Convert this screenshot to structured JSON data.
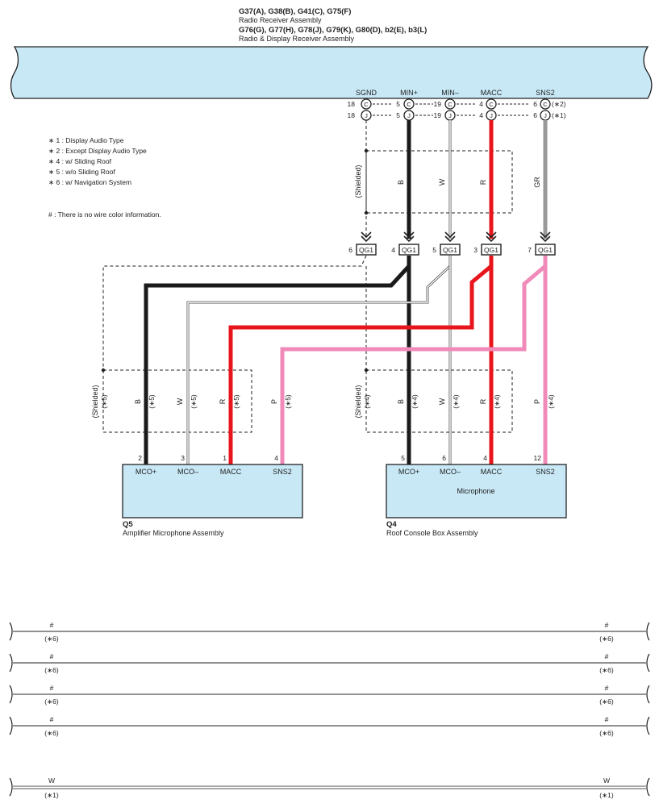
{
  "header": {
    "line1": "G37(A), G38(B), G41(C), G75(F)",
    "line2": "Radio Receiver Assembly",
    "line3": "G76(G), G77(H), G78(J), G79(K), G80(D), b2(E), b3(L)",
    "line4": "Radio & Display Receiver Assembly"
  },
  "terminals": [
    {
      "name": "SGND",
      "pin_c": "18",
      "conn_c": "C",
      "pin_j": "18",
      "conn_j": "J"
    },
    {
      "name": "MIN+",
      "pin_c": "5",
      "conn_c": "C",
      "pin_j": "5",
      "conn_j": "J"
    },
    {
      "name": "MIN–",
      "pin_c": "19",
      "conn_c": "C",
      "pin_j": "19",
      "conn_j": "J"
    },
    {
      "name": "MACC",
      "pin_c": "4",
      "conn_c": "C",
      "pin_j": "4",
      "conn_j": "J"
    },
    {
      "name": "SNS2",
      "pin_c": "6",
      "conn_c": "C",
      "pin_j": "6",
      "conn_j": "J"
    }
  ],
  "terminal_notes": [
    "(∗2)",
    "(∗1)"
  ],
  "legend": {
    "items": [
      "∗ 1 : Display Audio Type",
      "∗ 2 : Except Display Audio Type",
      "∗ 4 : w/ Sliding Roof",
      "∗ 5 : w/o Sliding Roof",
      "∗ 6 : w/ Navigation System"
    ],
    "note": "# : There is no wire color information."
  },
  "upper_wires": {
    "shielded": "(Shielded)",
    "colors": [
      "B",
      "W",
      "R",
      "GR"
    ]
  },
  "junction": {
    "label": "QG1",
    "pins": [
      "6",
      "4",
      "5",
      "3",
      "7"
    ]
  },
  "left_group": {
    "shielded": "(Shielded)",
    "shielded_note": "(∗5)",
    "colors": [
      "B",
      "W",
      "R",
      "P"
    ],
    "notes": [
      "(∗5)",
      "(∗5)",
      "(∗5)",
      "(∗5)"
    ],
    "pins": [
      "2",
      "3",
      "1",
      "4"
    ]
  },
  "right_group": {
    "shielded": "(Shielded)",
    "shielded_note": "(∗4)",
    "colors": [
      "B",
      "W",
      "R",
      "P"
    ],
    "notes": [
      "(∗4)",
      "(∗4)",
      "(∗4)",
      "(∗4)"
    ],
    "pins": [
      "5",
      "6",
      "4",
      "12"
    ]
  },
  "q5": {
    "terminals": [
      "MCO+",
      "MCO–",
      "MACC",
      "SNS2"
    ],
    "code": "Q5",
    "name": "Amplifier Microphone Assembly"
  },
  "q4": {
    "terminals": [
      "MCO+",
      "MCO–",
      "MACC",
      "SNS2"
    ],
    "inner": "Microphone",
    "code": "Q4",
    "name": "Roof Console Box Assembly"
  },
  "bottom_lines": [
    {
      "label": "#",
      "note": "(∗6)"
    },
    {
      "label": "#",
      "note": "(∗6)"
    },
    {
      "label": "#",
      "note": "(∗6)"
    },
    {
      "label": "#",
      "note": "(∗6)"
    },
    {
      "label": "W",
      "note": "(∗1)"
    }
  ],
  "colors": {
    "component_fill": "#c8e8f6",
    "wire_black": "#1a1a1a",
    "wire_red": "#e8151c",
    "wire_pink": "#f08ab9",
    "wire_gray": "#999999"
  }
}
